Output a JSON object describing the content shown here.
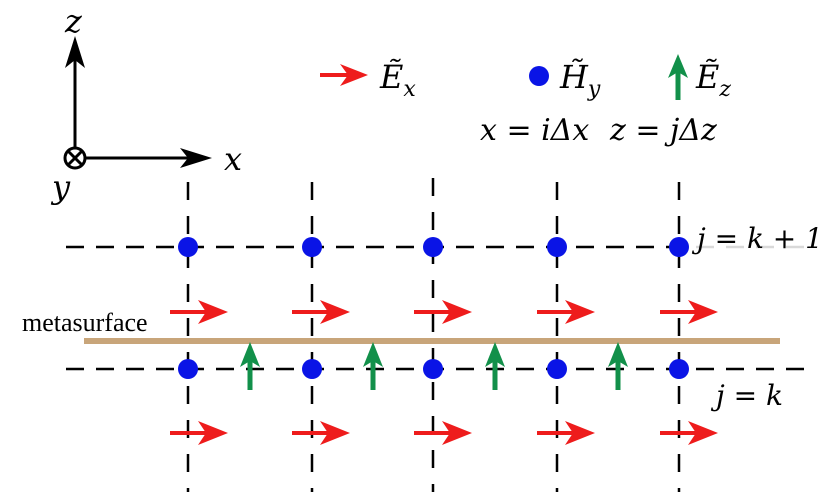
{
  "axes": {
    "z_label": "z",
    "x_label": "x",
    "y_label": "y"
  },
  "legend": {
    "ex": {
      "symbol": "Ẽ",
      "subscript": "x"
    },
    "hy": {
      "symbol": "H̃",
      "subscript": "y"
    },
    "ez": {
      "symbol": "Ẽ",
      "subscript": "z"
    },
    "x_def": "x = iΔx",
    "z_def": "z = jΔz"
  },
  "row_labels": {
    "upper": "j = k + 1",
    "lower": "j = k"
  },
  "metasurface_label": "metasurface",
  "colors": {
    "metasurface": "#C8A57A",
    "ex_arrow": "#EE1C1C",
    "hy_dot": "#0A14E6",
    "ez_arrow": "#12904A",
    "grid": "#000000"
  },
  "grid": {
    "columns": 5,
    "rows": 2
  }
}
